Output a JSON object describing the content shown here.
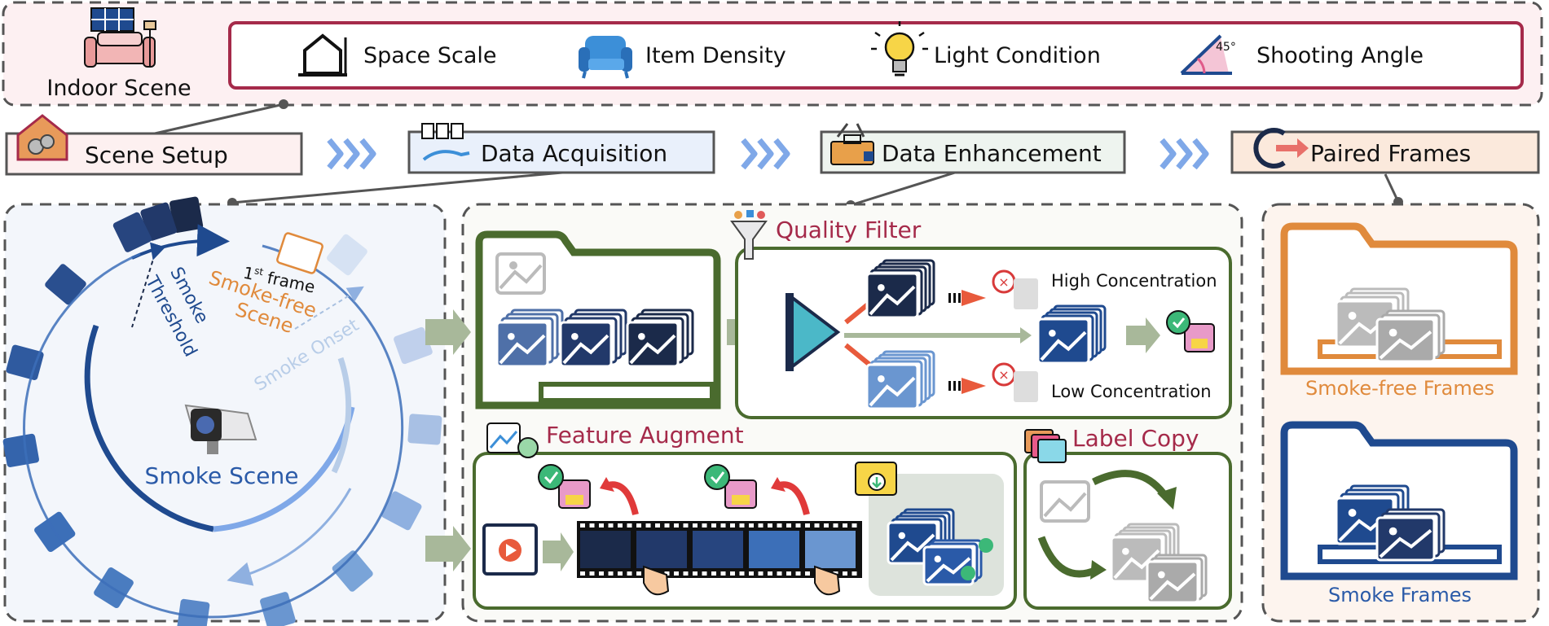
{
  "top_panel": {
    "scene_title": "Indoor Scene",
    "factors": [
      {
        "label": "Space Scale",
        "icon": "house-icon"
      },
      {
        "label": "Item Density",
        "icon": "armchair-icon"
      },
      {
        "label": "Light Condition",
        "icon": "lightbulb-icon"
      },
      {
        "label": "Shooting Angle",
        "icon": "protractor-icon",
        "icon_text": "45°"
      }
    ]
  },
  "pipeline": {
    "steps": [
      {
        "label": "Scene Setup"
      },
      {
        "label": "Data Acquisition"
      },
      {
        "label": "Data Enhancement"
      },
      {
        "label": "Paired Frames"
      }
    ]
  },
  "smoke_cycle": {
    "title": "Smoke Scene",
    "threshold_label_1": "Smoke",
    "threshold_label_2": "Threshold",
    "first_frame_1": "1",
    "first_frame_sup": "st",
    "first_frame_2": " frame",
    "smoke_free_1": "Smoke-free",
    "smoke_free_2": "Scene",
    "onset_label": "Smoke Onset"
  },
  "enhancement": {
    "quality_filter_title": "Quality Filter",
    "high_label": "High Concentration",
    "low_label": "Low Concentration",
    "feature_augment_title": "Feature Augment",
    "label_copy_title": "Label Copy"
  },
  "outputs": {
    "smoke_free_label": "Smoke-free Frames",
    "smoke_label": "Smoke Frames"
  },
  "colors": {
    "accent_red": "#a52a4a",
    "panel_green": "#4a6b2e",
    "arrow_blue": "#7fa8e8",
    "smoke_free_orange": "#e08a3c",
    "smoke_blue": "#1f4a8f",
    "navy": "#1b2a4a"
  }
}
